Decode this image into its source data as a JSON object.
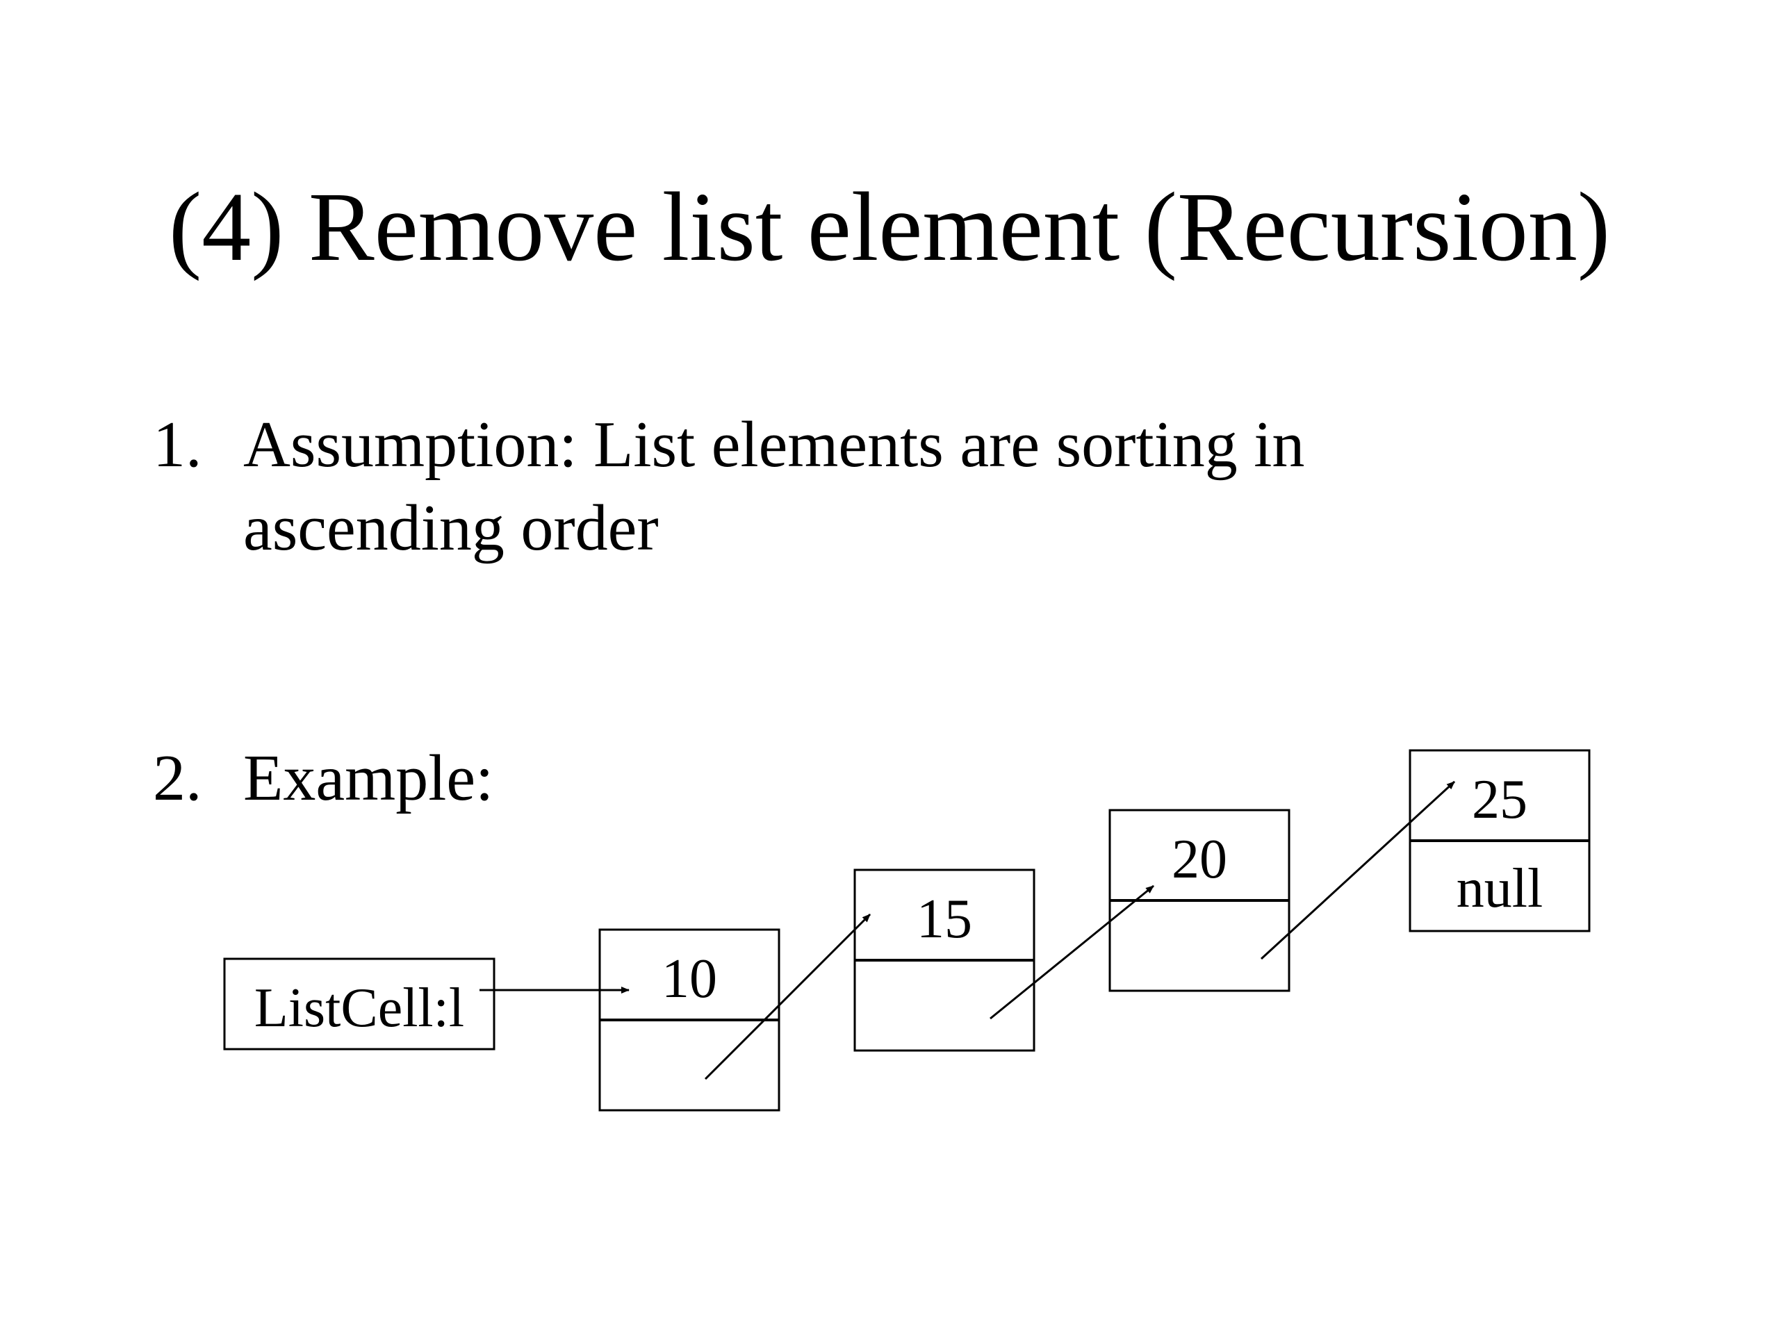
{
  "slide": {
    "title": "(4) Remove list element (Recursion)",
    "bullets": [
      {
        "number": "1.",
        "text": "Assumption: List elements are sorting in ascending order"
      },
      {
        "number": "2.",
        "text": "Example:"
      }
    ]
  },
  "diagram": {
    "head_label": "ListCell:l",
    "nodes": [
      {
        "value": "10",
        "next": ""
      },
      {
        "value": "15",
        "next": ""
      },
      {
        "value": "20",
        "next": ""
      },
      {
        "value": "25",
        "next": "null"
      }
    ]
  }
}
